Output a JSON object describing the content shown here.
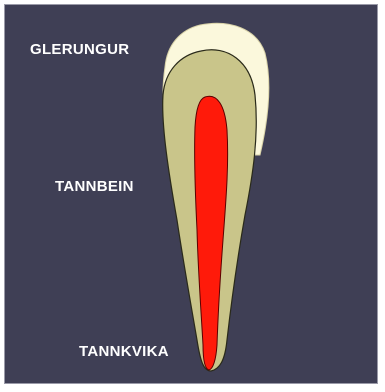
{
  "diagram": {
    "labels": {
      "enamel": "GLERUNGUR",
      "dentin": "TANNBEIN",
      "pulp": "TANNKVIKA"
    },
    "colors": {
      "background": "#3f3f55",
      "enamel": "#fbf8dc",
      "dentin": "#c9c58a",
      "pulp": "#ff1a0a",
      "outline": "#2a2a1a",
      "label_text": "#ffffff"
    }
  }
}
